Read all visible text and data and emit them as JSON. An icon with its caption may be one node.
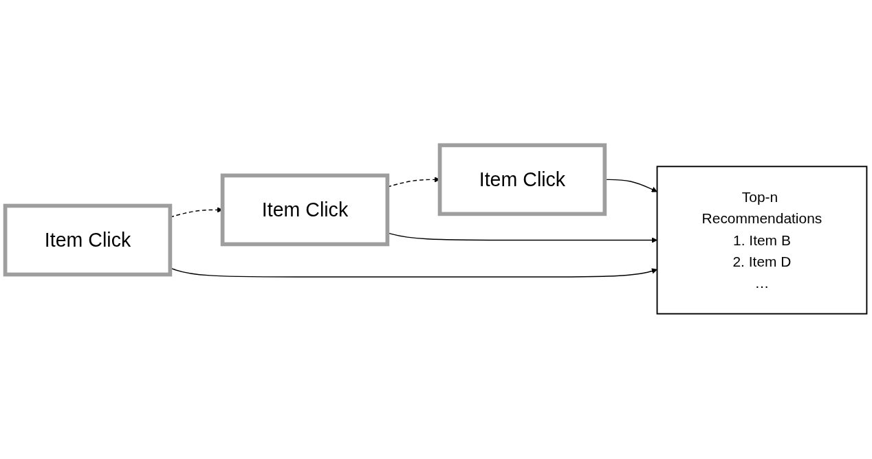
{
  "diagram": {
    "nodes": [
      {
        "text": [
          "Item Click"
        ]
      },
      {
        "text": [
          "Item Click"
        ]
      },
      {
        "text": [
          "Item Click"
        ]
      },
      {
        "text": [
          "Top-n Recommendations",
          "1. Item B",
          "2. Item D",
          "…"
        ]
      }
    ],
    "edges": [
      {
        "from": 0,
        "to": 1,
        "arrow": "to",
        "style": "dashed"
      },
      {
        "from": 1,
        "to": 2,
        "arrow": "to",
        "style": "dashed"
      },
      {
        "from": 2,
        "to": 3,
        "arrow": "to"
      },
      {
        "from": 0,
        "to": 3,
        "arrow": "to"
      },
      {
        "from": 1,
        "to": 3,
        "arrow": "to"
      }
    ]
  }
}
